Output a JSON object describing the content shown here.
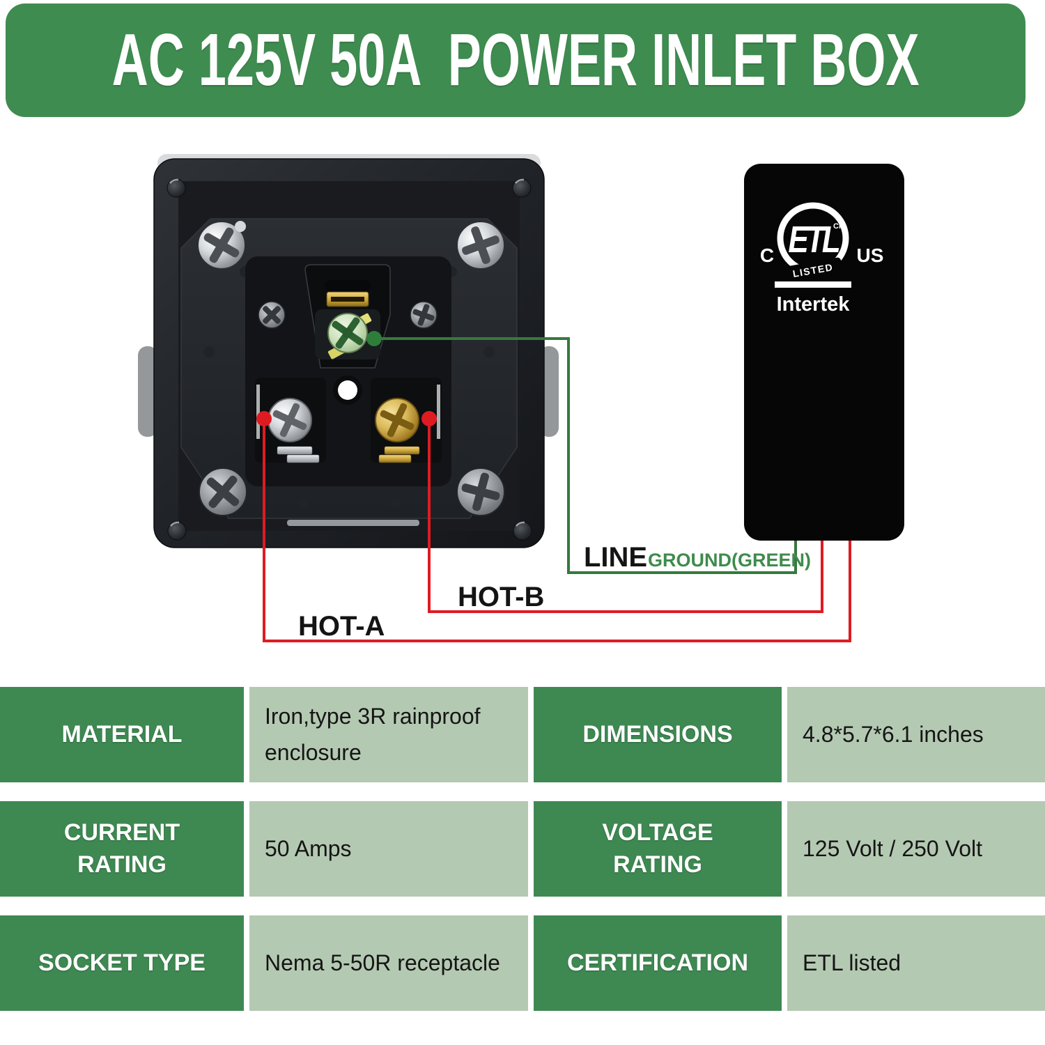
{
  "header": {
    "title": "AC 125V 50A  POWER INLET BOX"
  },
  "wiring": {
    "line_label": "LINE",
    "ground_label": "GROUND(GREEN)",
    "hot_b": "HOT-B",
    "hot_a": "HOT-A"
  },
  "badge": {
    "c": "C",
    "etl": "ETL",
    "cm": "CM",
    "listed": "LISTED",
    "us": "US",
    "intertek": "Intertek"
  },
  "specs": {
    "rows": [
      [
        "MATERIAL",
        "Iron,type 3R rainproof enclosure",
        "DIMENSIONS",
        "4.8*5.7*6.1 inches"
      ],
      [
        "CURRENT RATING",
        "50 Amps",
        "VOLTAGE RATING",
        "125 Volt / 250 Volt"
      ],
      [
        "SOCKET TYPE",
        "Nema 5-50R receptacle",
        "CERTIFICATION",
        "ETL listed"
      ]
    ]
  },
  "colors": {
    "header_green": "#3f8c50",
    "table_label_green": "#3e8952",
    "table_value_green": "#b4c9b2",
    "ground_wire_green": "#35793f",
    "ground_text_green": "#3f8b4d",
    "hot_wire_red": "#df1b22",
    "badge_black": "#060606"
  }
}
